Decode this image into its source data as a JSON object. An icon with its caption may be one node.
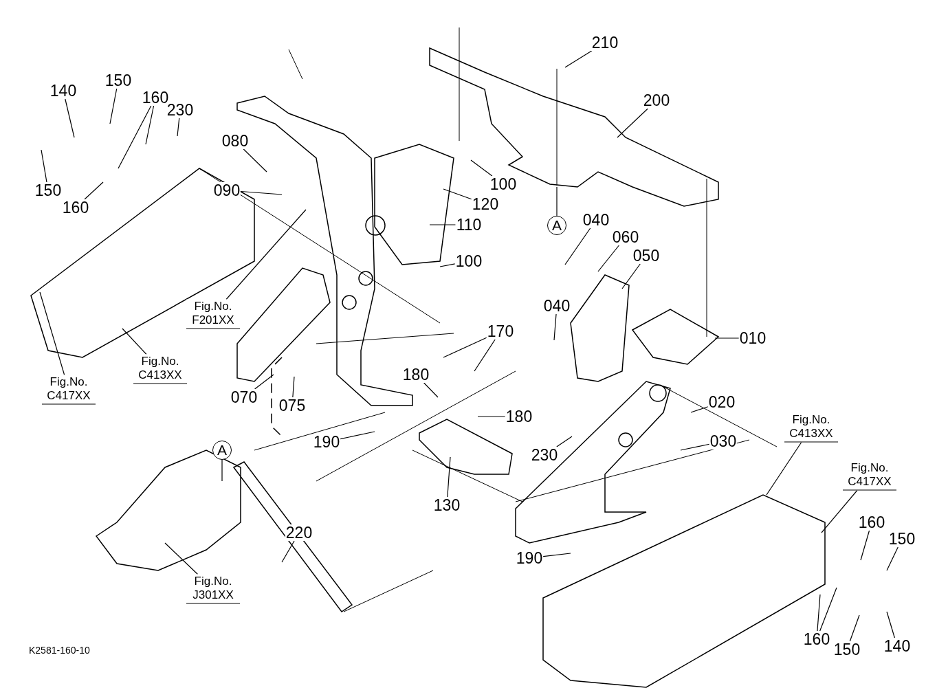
{
  "diagram": {
    "nodes": [
      {
        "text": [
          "210"
        ]
      },
      {
        "text": [
          "150"
        ]
      },
      {
        "text": [
          "140"
        ]
      },
      {
        "text": [
          "160"
        ]
      },
      {
        "text": [
          "230"
        ]
      },
      {
        "text": [
          "200"
        ]
      },
      {
        "text": [
          "080"
        ]
      },
      {
        "text": [
          "100"
        ]
      },
      {
        "text": [
          "150"
        ]
      },
      {
        "text": [
          "160"
        ]
      },
      {
        "text": [
          "090"
        ]
      },
      {
        "text": [
          "120"
        ]
      },
      {
        "text": [
          "110"
        ]
      },
      {
        "text": [
          "A"
        ]
      },
      {
        "text": [
          "040"
        ]
      },
      {
        "text": [
          "060"
        ]
      },
      {
        "text": [
          "050"
        ]
      },
      {
        "text": [
          "100"
        ]
      },
      {
        "text": [
          "Fig.No. F201XX"
        ]
      },
      {
        "text": [
          "040"
        ]
      },
      {
        "text": [
          "170"
        ]
      },
      {
        "text": [
          "010"
        ]
      },
      {
        "text": [
          "Fig.No. C413XX"
        ]
      },
      {
        "text": [
          "180"
        ]
      },
      {
        "text": [
          "Fig.No. C417XX"
        ]
      },
      {
        "text": [
          "070"
        ]
      },
      {
        "text": [
          "075"
        ]
      },
      {
        "text": [
          "020"
        ]
      },
      {
        "text": [
          "180"
        ]
      },
      {
        "text": [
          "Fig.No. C413XX"
        ]
      },
      {
        "text": [
          "190"
        ]
      },
      {
        "text": [
          "230"
        ]
      },
      {
        "text": [
          "030"
        ]
      },
      {
        "text": [
          "A"
        ]
      },
      {
        "text": [
          "Fig.No. C417XX"
        ]
      },
      {
        "text": [
          "130"
        ]
      },
      {
        "text": [
          "220"
        ]
      },
      {
        "text": [
          "160"
        ]
      },
      {
        "text": [
          "150"
        ]
      },
      {
        "text": [
          "190"
        ]
      },
      {
        "text": [
          "Fig.No. J301XX"
        ]
      },
      {
        "text": [
          "160"
        ]
      },
      {
        "text": [
          "140"
        ]
      },
      {
        "text": [
          "150"
        ]
      }
    ],
    "edges": [
      {
        "from": 0,
        "to": null,
        "arrow": "none"
      },
      {
        "from": 1,
        "to": null,
        "arrow": "none"
      },
      {
        "from": 2,
        "to": null,
        "arrow": "none"
      },
      {
        "from": 3,
        "to": null,
        "arrow": "none"
      },
      {
        "from": 3,
        "to": null,
        "arrow": "none"
      },
      {
        "from": 4,
        "to": null,
        "arrow": "none"
      },
      {
        "from": 5,
        "to": null,
        "arrow": "none"
      },
      {
        "from": 6,
        "to": null,
        "arrow": "none"
      },
      {
        "from": 7,
        "to": null,
        "arrow": "none"
      },
      {
        "from": 8,
        "to": null,
        "arrow": "none"
      },
      {
        "from": 9,
        "to": null,
        "arrow": "none"
      },
      {
        "from": 10,
        "to": null,
        "arrow": "none"
      },
      {
        "from": 11,
        "to": null,
        "arrow": "none"
      },
      {
        "from": 12,
        "to": null,
        "arrow": "none"
      },
      {
        "from": 13,
        "to": null,
        "arrow": "none"
      },
      {
        "from": 14,
        "to": null,
        "arrow": "none"
      },
      {
        "from": 15,
        "to": null,
        "arrow": "none"
      },
      {
        "from": 16,
        "to": null,
        "arrow": "none"
      },
      {
        "from": 17,
        "to": null,
        "arrow": "none"
      },
      {
        "from": 18,
        "to": null,
        "arrow": "none"
      },
      {
        "from": 19,
        "to": null,
        "arrow": "none"
      },
      {
        "from": 20,
        "to": null,
        "arrow": "none"
      },
      {
        "from": 20,
        "to": null,
        "arrow": "none"
      },
      {
        "from": 21,
        "to": null,
        "arrow": "none"
      },
      {
        "from": 22,
        "to": null,
        "arrow": "none"
      },
      {
        "from": 23,
        "to": null,
        "arrow": "none"
      },
      {
        "from": 24,
        "to": null,
        "arrow": "none"
      },
      {
        "from": 25,
        "to": null,
        "arrow": "none"
      },
      {
        "from": 26,
        "to": null,
        "arrow": "none"
      },
      {
        "from": 27,
        "to": null,
        "arrow": "none"
      },
      {
        "from": 28,
        "to": null,
        "arrow": "none"
      },
      {
        "from": 29,
        "to": null,
        "arrow": "none"
      },
      {
        "from": 30,
        "to": null,
        "arrow": "none"
      },
      {
        "from": 31,
        "to": null,
        "arrow": "none"
      },
      {
        "from": 32,
        "to": null,
        "arrow": "none"
      },
      {
        "from": 33,
        "to": null,
        "arrow": "none"
      },
      {
        "from": 34,
        "to": null,
        "arrow": "none"
      },
      {
        "from": 35,
        "to": null,
        "arrow": "none"
      },
      {
        "from": 36,
        "to": null,
        "arrow": "none"
      },
      {
        "from": 37,
        "to": null,
        "arrow": "none"
      },
      {
        "from": 38,
        "to": null,
        "arrow": "none"
      },
      {
        "from": 39,
        "to": null,
        "arrow": "none"
      },
      {
        "from": 40,
        "to": null,
        "arrow": "none"
      },
      {
        "from": 41,
        "to": null,
        "arrow": "none"
      },
      {
        "from": 41,
        "to": null,
        "arrow": "none"
      },
      {
        "from": 42,
        "to": null,
        "arrow": "none"
      },
      {
        "from": 43,
        "to": null,
        "arrow": "none"
      }
    ],
    "labels": [
      "K2581-160-10"
    ]
  }
}
